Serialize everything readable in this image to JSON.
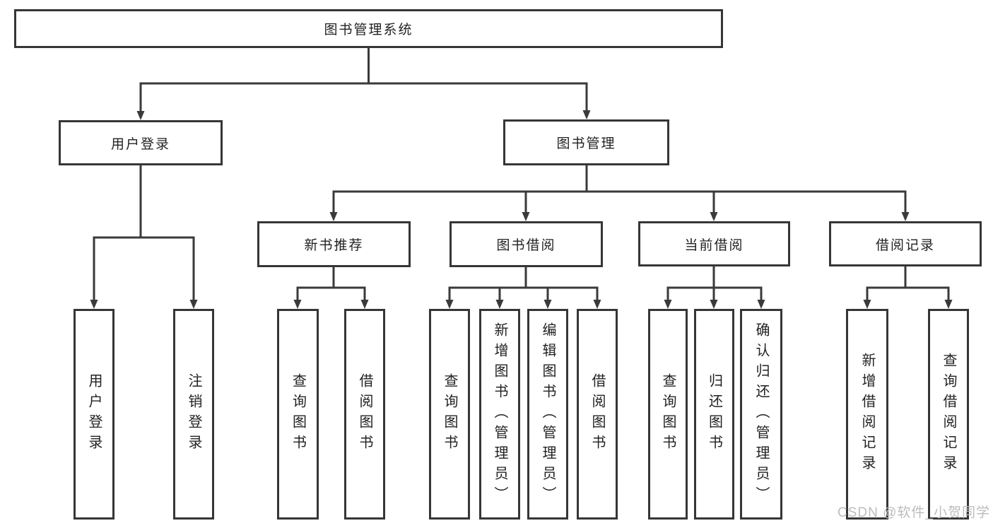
{
  "diagram": {
    "root": "图书管理系统",
    "watermark": "CSDN @软件_小贺同学",
    "branches": [
      {
        "label": "用户登录",
        "leaves": [
          "用户登录",
          "注销登录"
        ]
      },
      {
        "label": "图书管理",
        "sections": [
          {
            "label": "新书推荐",
            "leaves": [
              "查询图书",
              "借阅图书"
            ]
          },
          {
            "label": "图书借阅",
            "leaves": [
              "查询图书",
              "新增图书（管理员）",
              "编辑图书（管理员）",
              "借阅图书"
            ]
          },
          {
            "label": "当前借阅",
            "leaves": [
              "查询图书",
              "归还图书",
              "确认归还（管理员）"
            ]
          },
          {
            "label": "借阅记录",
            "leaves": [
              "新增借阅记录",
              "查询借阅记录"
            ]
          }
        ]
      }
    ]
  }
}
